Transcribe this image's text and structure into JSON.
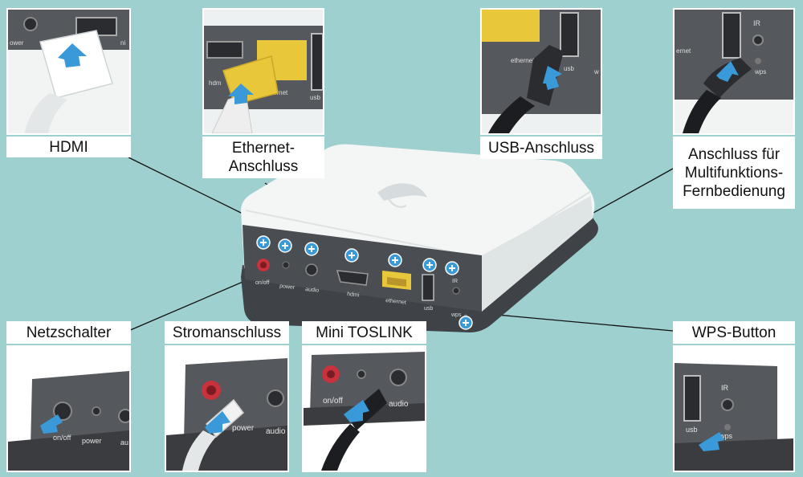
{
  "labels": {
    "hdmi": "HDMI",
    "ethernet_1": "Ethernet-",
    "ethernet_2": "Anschluss",
    "usb": "USB-Anschluss",
    "remote_1": "Anschluss für",
    "remote_2": "Multifunktions-",
    "remote_3": "Fernbedienung",
    "power_switch": "Netzschalter",
    "power_port": "Stromanschluss",
    "toslink": "Mini TOSLINK",
    "wps": "WPS-Button"
  },
  "port_labels": {
    "onoff": "on/off",
    "power": "power",
    "audio": "audio",
    "hdmi": "hdmi",
    "ethernet": "ethernet",
    "usb": "usb",
    "ir": "IR",
    "wps": "wps"
  },
  "closeup_texts": {
    "hdmi_left": "ower",
    "hdmi_right": "ni",
    "ethernet_left": "hdm",
    "ethernet_mid": "ernet",
    "ethernet_right": "usb",
    "usb_left": "ethernet",
    "usb_mid": "usb",
    "usb_right": "w",
    "remote_top": "IR",
    "remote_left": "ernet",
    "remote_bottom": "wps",
    "switch_1": "on/off",
    "switch_2": "power",
    "switch_3": "au",
    "pp_1": "power",
    "pp_2": "audio",
    "tos_1": "on/off",
    "tos_2": "audio",
    "wps_1": "IR",
    "wps_2": "usb",
    "wps_3": "wps"
  },
  "colors": {
    "background": "#9dd0ce",
    "label_bg": "#ffffff",
    "arrow_blue": "#3a9ad9",
    "device_white": "#f4f6f6",
    "panel_dark": "#4a4d52",
    "ethernet_yellow": "#e8c83a",
    "power_red": "#c8323c"
  },
  "icons": {
    "plus": "plus-circle-icon",
    "arrow": "blue-arrow-icon",
    "logo": "bird-logo-icon"
  }
}
